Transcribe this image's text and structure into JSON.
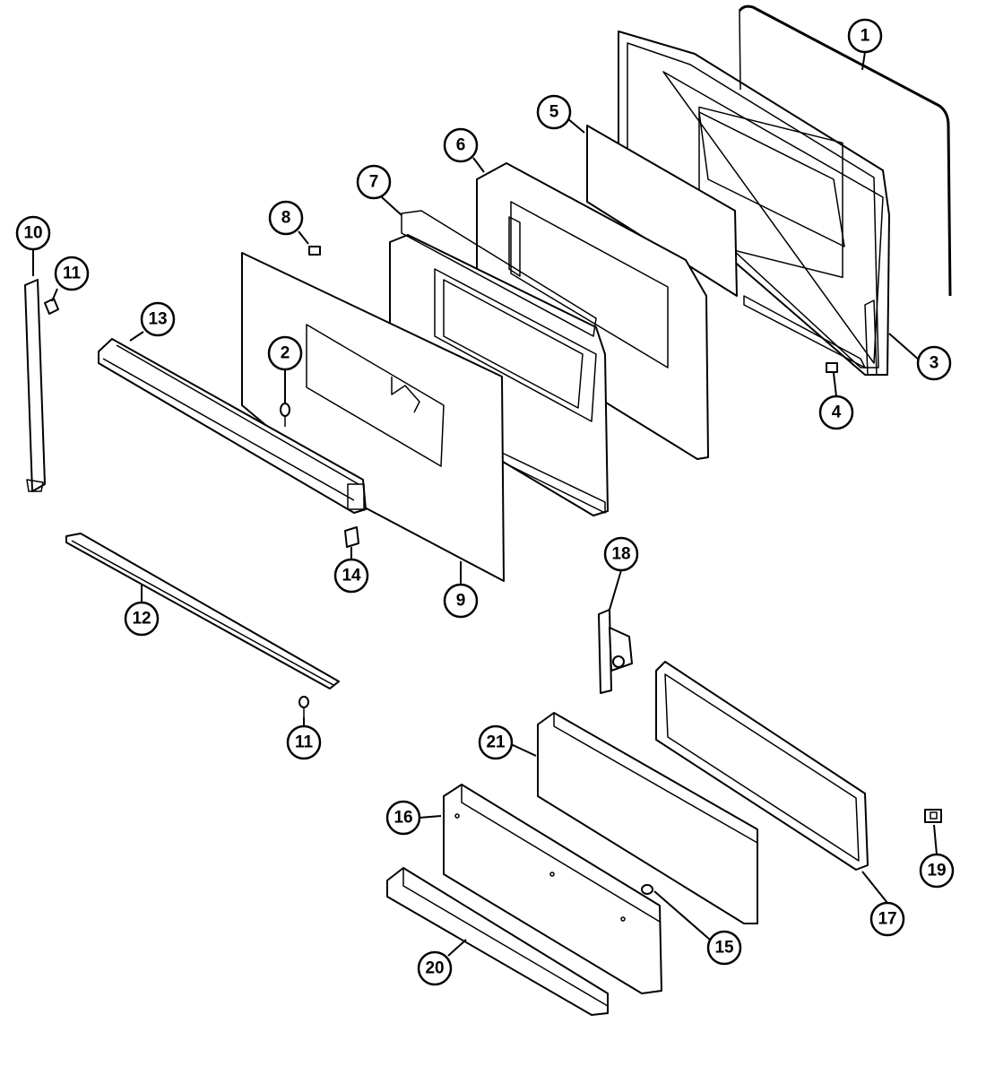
{
  "callouts": [
    {
      "id": "1",
      "label": "1"
    },
    {
      "id": "2",
      "label": "2"
    },
    {
      "id": "3",
      "label": "3"
    },
    {
      "id": "4",
      "label": "4"
    },
    {
      "id": "5",
      "label": "5"
    },
    {
      "id": "6",
      "label": "6"
    },
    {
      "id": "7",
      "label": "7"
    },
    {
      "id": "8",
      "label": "8"
    },
    {
      "id": "9",
      "label": "9"
    },
    {
      "id": "10",
      "label": "10"
    },
    {
      "id": "11a",
      "label": "11"
    },
    {
      "id": "11b",
      "label": "11"
    },
    {
      "id": "12",
      "label": "12"
    },
    {
      "id": "13",
      "label": "13"
    },
    {
      "id": "14",
      "label": "14"
    },
    {
      "id": "15",
      "label": "15"
    },
    {
      "id": "16",
      "label": "16"
    },
    {
      "id": "17",
      "label": "17"
    },
    {
      "id": "18",
      "label": "18"
    },
    {
      "id": "19",
      "label": "19"
    },
    {
      "id": "20",
      "label": "20"
    },
    {
      "id": "21",
      "label": "21"
    }
  ]
}
